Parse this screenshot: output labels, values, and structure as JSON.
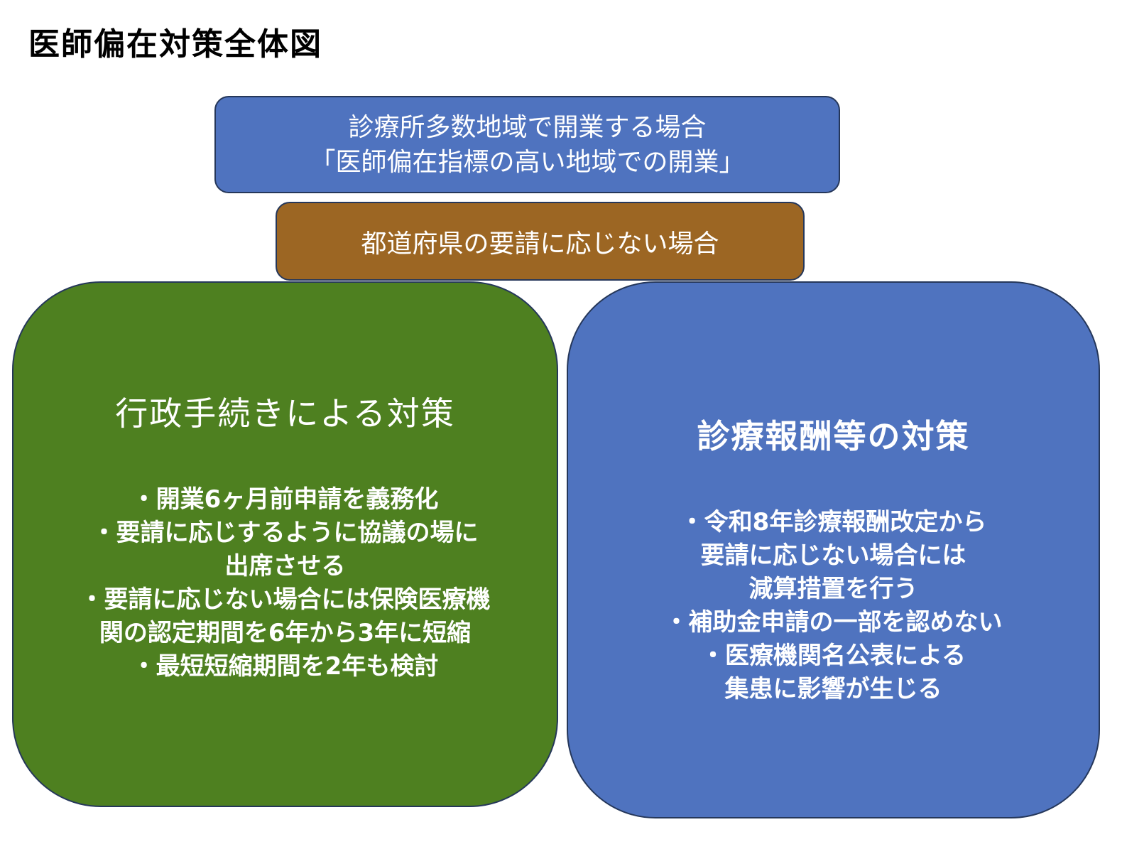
{
  "title": "医師偏在対策全体図",
  "top_box": {
    "lines": [
      "診療所多数地域で開業する場合",
      "「医師偏在指標の高い地域での開業」"
    ],
    "color": "#4f73bf"
  },
  "condition_box": {
    "text": "都道府県の要請に応じない場合",
    "color": "#9c6623"
  },
  "admin_measures": {
    "heading": "行政手続きによる対策",
    "color": "#4e8020",
    "lines": [
      "・開業6ヶ月前申請を義務化",
      "・要請に応じするように協議の場に",
      "出席させる",
      "・要請に応じない場合には保険医療機",
      "関の認定期間を6年から3年に短縮",
      "・最短短縮期間を2年も検討"
    ]
  },
  "fee_measures": {
    "heading": "診療報酬等の対策",
    "color": "#4f73bf",
    "lines": [
      "・令和8年診療報酬改定から",
      "要請に応じない場合には",
      "減算措置を行う",
      "・補助金申請の一部を認めない",
      "・医療機関名公表による",
      "集患に影響が生じる"
    ]
  }
}
